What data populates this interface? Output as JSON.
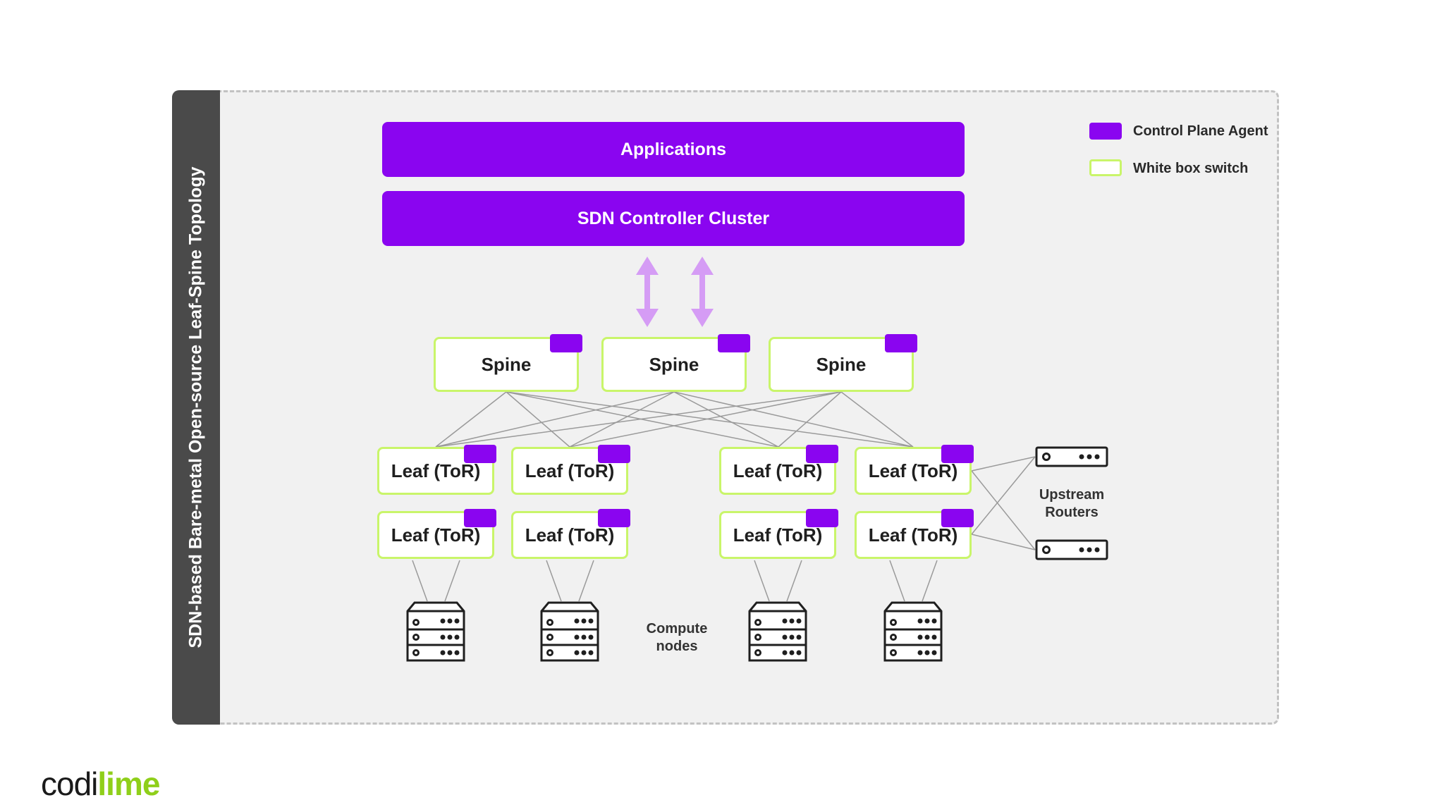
{
  "diagram": {
    "side_title": "SDN-based Bare-metal Open-source Leaf-Spine Topology",
    "applications_label": "Applications",
    "controller_label": "SDN Controller Cluster",
    "spine_labels": [
      "Spine",
      "Spine",
      "Spine"
    ],
    "leaf_labels": [
      "Leaf (ToR)",
      "Leaf (ToR)",
      "Leaf (ToR)",
      "Leaf (ToR)",
      "Leaf (ToR)",
      "Leaf (ToR)",
      "Leaf (ToR)",
      "Leaf (ToR)"
    ],
    "compute_label_line1": "Compute",
    "compute_label_line2": "nodes",
    "upstream_label_line1": "Upstream",
    "upstream_label_line2": "Routers"
  },
  "legend": {
    "control_plane_agent": "Control Plane Agent",
    "white_box_switch": "White box switch"
  },
  "colors": {
    "agent_purple": "#8a05f0",
    "switch_border_green": "#c9f56a",
    "arrow_lavender": "#d59cf5",
    "side_bar": "#4a4a4a"
  },
  "logo": {
    "part1": "codi",
    "part2": "lime"
  }
}
